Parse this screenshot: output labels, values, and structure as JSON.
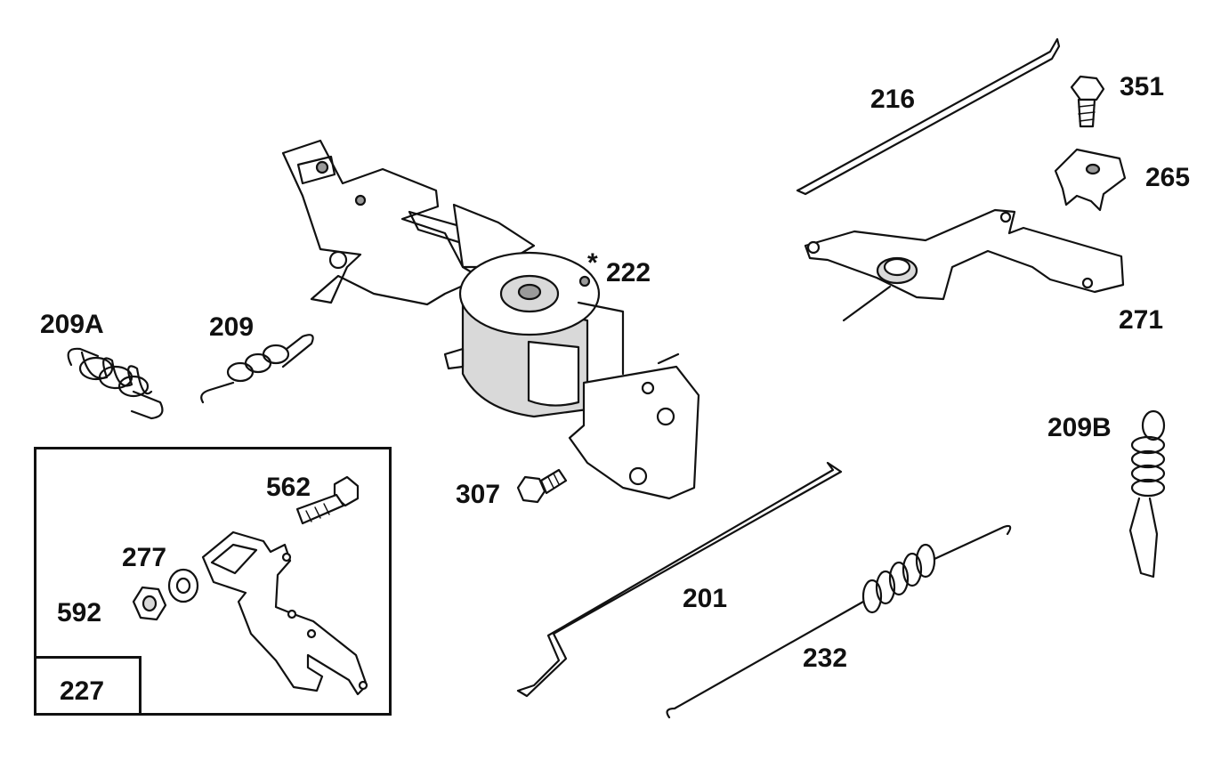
{
  "labels": {
    "l216": "216",
    "l351": "351",
    "l265": "265",
    "l271": "271",
    "l222": "222",
    "l222_mark": "*",
    "l209A": "209A",
    "l209": "209",
    "l209B": "209B",
    "l307": "307",
    "l562": "562",
    "l277": "277",
    "l592": "592",
    "l227": "227",
    "l201": "201",
    "l232": "232"
  }
}
